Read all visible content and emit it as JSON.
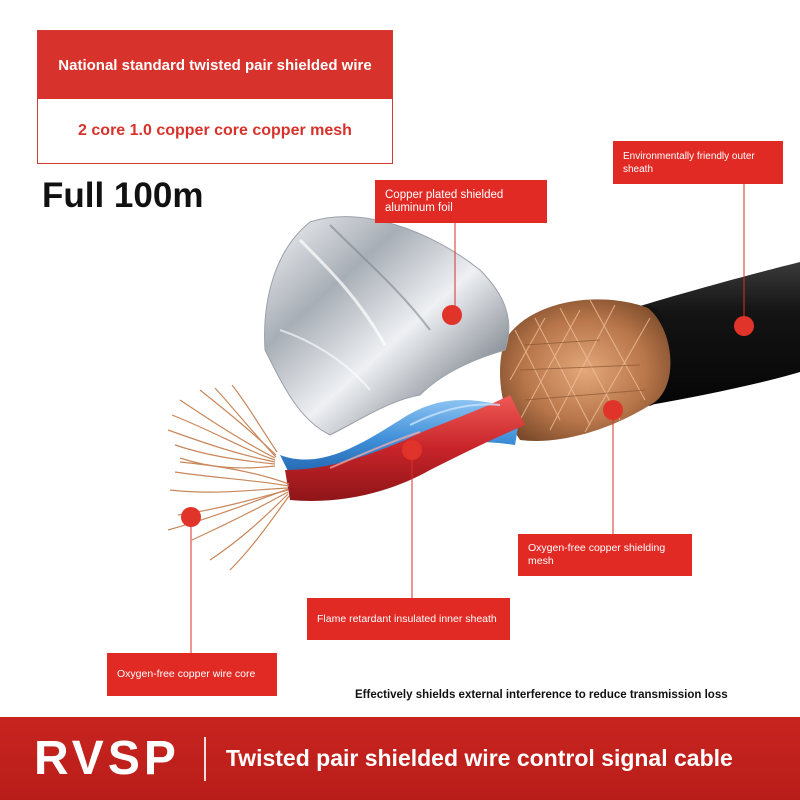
{
  "header": {
    "title": "National standard twisted pair shielded wire",
    "spec": "2 core 1.0 copper core copper mesh"
  },
  "length_label": "Full 100m",
  "callouts": {
    "outer_sheath": "Environmentally friendly outer sheath",
    "foil": "Copper plated shielded aluminum foil",
    "mesh": "Oxygen-free copper shielding mesh",
    "inner_sheath": "Flame retardant insulated inner sheath",
    "core": "Oxygen-free copper wire core"
  },
  "caption": "Effectively shields external interference to reduce transmission loss",
  "footer": {
    "brand": "RVSP",
    "description": "Twisted pair shielded wire control signal cable"
  },
  "colors": {
    "accent_red": "#e22a25",
    "footer_red": "#c8241f",
    "cable_black": "#1a1a1a",
    "insulation_red": "#c8242a",
    "insulation_blue": "#3e8ed8",
    "copper": "#c9875a",
    "foil_silver": "#c8ccd2"
  }
}
